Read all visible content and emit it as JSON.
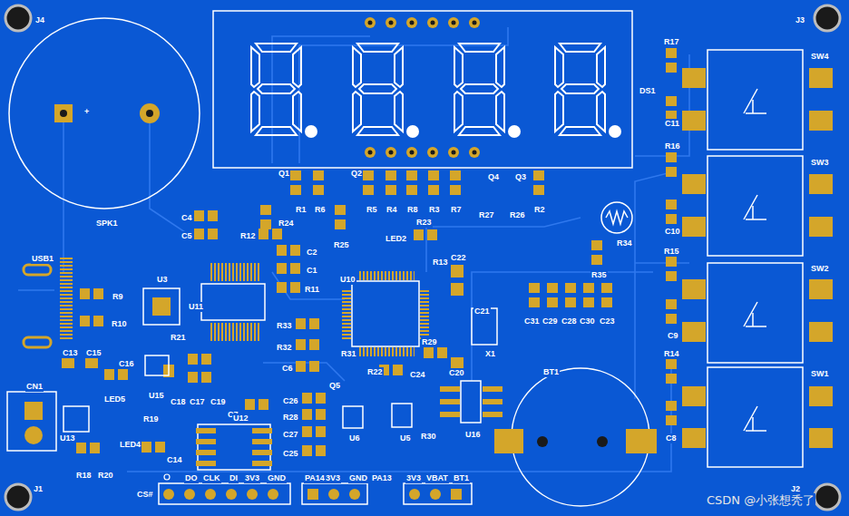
{
  "diagram": {
    "labels": [
      "J4",
      "J3",
      "R17",
      "DS1",
      "C11",
      "SW4",
      "R16",
      "SW3",
      "C10",
      "Q1",
      "Q2",
      "Q4",
      "Q3",
      "R1",
      "R6",
      "R5",
      "R4",
      "R8",
      "R3",
      "R7",
      "R27",
      "R26",
      "R2",
      "C4",
      "C5",
      "R24",
      "R25",
      "LED2",
      "R23",
      "R34",
      "SPK1",
      "+",
      "R12",
      "C2",
      "C1",
      "R11",
      "R15",
      "SW2",
      "R35",
      "USB1",
      "U3",
      "R9",
      "R10",
      "U11",
      "U10",
      "R13",
      "C22",
      "C21",
      "C31",
      "C29",
      "C28",
      "C30",
      "C23",
      "C9",
      "R33",
      "R32",
      "R21",
      "X1",
      "R14",
      "C6",
      "R31",
      "R29",
      "C13",
      "C15",
      "C16",
      "R22",
      "C24",
      "C20",
      "BT1",
      "SW1",
      "CN1",
      "LED5",
      "U15",
      "C18",
      "C17",
      "C19",
      "Q5",
      "C7",
      "C26",
      "R28",
      "U12",
      "C27",
      "C25",
      "U6",
      "U5",
      "R30",
      "U16",
      "C8",
      "R19",
      "LED4",
      "U13",
      "C14",
      "R18",
      "R20",
      "J1",
      "J2",
      "CS#",
      "DO",
      "CLK",
      "DI",
      "3V3",
      "GND",
      "PA14",
      "3V3",
      "GND",
      "PA13",
      "3V3",
      "VBAT",
      "BT1",
      "CSDN @小张想秃了"
    ]
  }
}
